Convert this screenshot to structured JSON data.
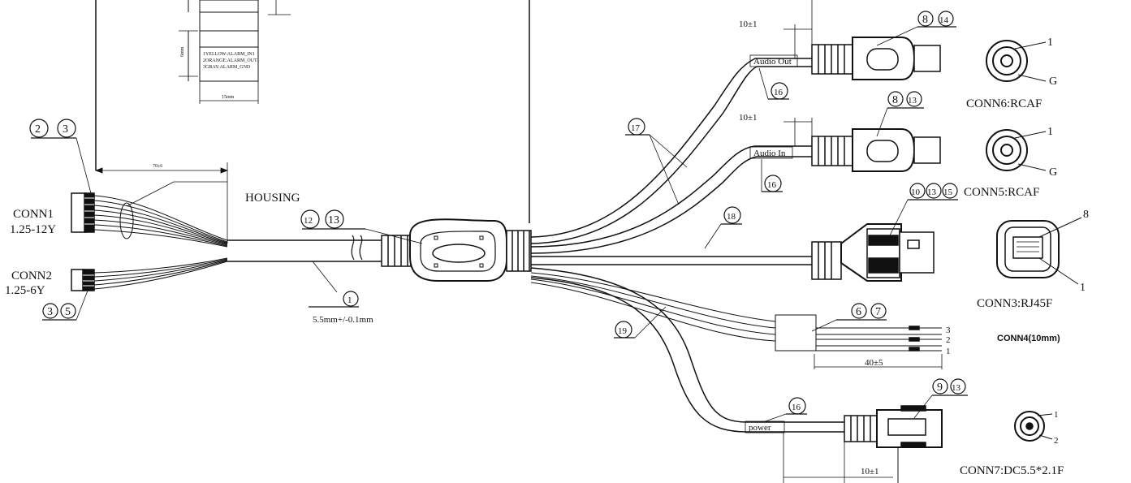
{
  "labels": {
    "housing": "HOUSING",
    "conn1_name": "CONN1",
    "conn1_spec": "1.25-12Y",
    "conn2_name": "CONN2",
    "conn2_spec": "1.25-6Y",
    "cable_diameter": "5.5mm+/-0.1mm",
    "dim_70": "70±6",
    "dim_10_top": "10±1",
    "dim_10_mid": "10±1",
    "dim_10_bot": "10±1",
    "dim_40": "40±5",
    "audio_out": "Audio Out",
    "audio_in": "Audio In",
    "power": "power",
    "conn6": "CONN6:RCAF",
    "conn5": "CONN5:RCAF",
    "conn3": "CONN3:RJ45F",
    "conn4": "CONN4(10mm)",
    "conn7": "CONN7:DC5.5*2.1F",
    "pin_1": "1",
    "pin_2": "2",
    "pin_3": "3",
    "pin_8": "8",
    "pin_g": "G"
  },
  "label_box": {
    "line1": "1YELLOW:ALARM_IN1",
    "line2": "2ORANGE:ALARM_OUT1",
    "line3": "3GRAY:ALARM_GND",
    "width_dim": "15mm",
    "height_dim": "6mm"
  },
  "callouts": {
    "c1": "1",
    "c2": "2",
    "c3": "3",
    "c5": "5",
    "c6": "6",
    "c7": "7",
    "c8": "8",
    "c9": "9",
    "c10": "10",
    "c12": "12",
    "c13": "13",
    "c14": "14",
    "c15": "15",
    "c16": "16",
    "c17": "17",
    "c18": "18",
    "c19": "19"
  },
  "colors": {
    "ink": "#111111",
    "paper": "#ffffff"
  }
}
